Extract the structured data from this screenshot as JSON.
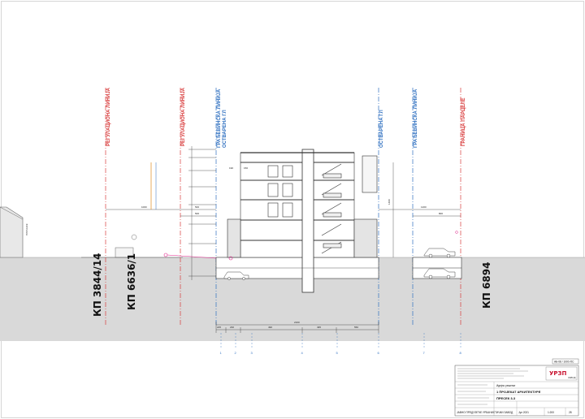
{
  "colors": {
    "regulation": "#d83a3a",
    "building_line": "#2e6fc0",
    "parcel_border": "#d83a3a",
    "ground": "#d9d9d9",
    "grid": "#2e6fc0",
    "magenta": "#e0208a",
    "logo_red": "#c8102e"
  },
  "section": {
    "vertical_labels": {
      "reg1": "РЕГУЛАЦИОНА ЛИНИЈА",
      "reg2": "РЕГУЛАЦИОНА ЛИНИЈА",
      "bl1": "ГРАЂЕВИНСКА ЛИНИЈА",
      "ost1": "ОСТВАРЕНА ГЛ",
      "ost2": "ОСТВАРЕНА ГЛ",
      "bl2": "ГРАЂЕВИНСКА ЛИНИЈА",
      "parcel": "ГРАНИЦА ПАРЦЕЛЕ"
    },
    "parcels": {
      "p1": "КП 3844/14",
      "p2": "КП 6636/1",
      "p3": "КП 6894"
    },
    "street_label": "ПЛОЧНИК",
    "dimensions": {
      "left_span": "1000",
      "left_a": "500",
      "left_b": "500",
      "left_c": "190",
      "left_d": "150",
      "right_span": "1200",
      "right_a": "800",
      "height": "1400",
      "total": "2160",
      "seg1": "225",
      "seg2": "230",
      "seg3": "490",
      "seg4": "495",
      "seg5": "550"
    },
    "grid_axes": [
      "1",
      "2",
      "3",
      "4",
      "5",
      "6",
      "7",
      "8"
    ]
  },
  "title_block": {
    "ref_code": "АБ-08 / 1000 /0С",
    "scale": "1:200",
    "sheet_no": "28",
    "date": "Јул 2021",
    "subject": "Идејно решење",
    "project_type": "1 ПРОЈЕКАТ АРХИТЕКТУРЕ",
    "drawing_title": "ПРЕСЕК 3-3",
    "org_name": "ЈАВНО ПРЕДУЗЕЋЕ УРБАНИСТИЧКИ ЗАВОД",
    "logo_text": "УРЗП",
    "logo_sub": "ЗАВОД"
  }
}
